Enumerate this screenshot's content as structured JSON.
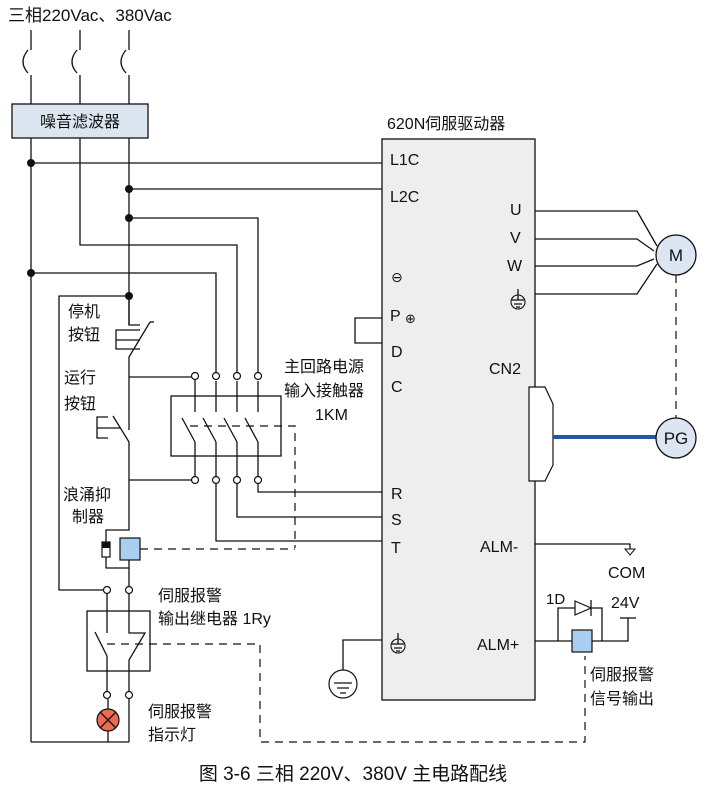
{
  "title": "三相220Vac、380Vac",
  "caption": "图 3-6 三相 220V、380V 主电路配线",
  "filter_label": "噪音滤波器",
  "drive": {
    "title": "620N伺服驱动器",
    "left_terminals": [
      "L1C",
      "L2C",
      "⊖",
      "P",
      "D",
      "C",
      "R",
      "S",
      "T"
    ],
    "p_symbol": "⊕",
    "right_terminals": [
      "U",
      "V",
      "W"
    ],
    "cn2_label": "CN2",
    "alm_minus": "ALM-",
    "alm_plus": "ALM+"
  },
  "motor_label": "M",
  "encoder_label": "PG",
  "stop_button": [
    "停机",
    "按钮"
  ],
  "run_button": [
    "运行",
    "按钮"
  ],
  "surge_suppressor": [
    "浪涌抑",
    "制器"
  ],
  "contactor": [
    "主回路电源",
    "输入接触器",
    "1KM"
  ],
  "relay": [
    "伺服报警",
    "输出继电器 1Ry"
  ],
  "lamp": [
    "伺服报警",
    "指示灯"
  ],
  "signal_out": [
    "伺服报警",
    "信号输出"
  ],
  "com_label": "COM",
  "v24_label": "24V",
  "diode_label": "1D",
  "colors": {
    "drive_fill": "#eeeeee",
    "filter_fill": "#dce6f0",
    "motor_fill": "#dce6f2",
    "coil_fill": "#a9cff0",
    "encoder_cable": "#2456a4",
    "lamp_fill": "#ee6a50"
  }
}
